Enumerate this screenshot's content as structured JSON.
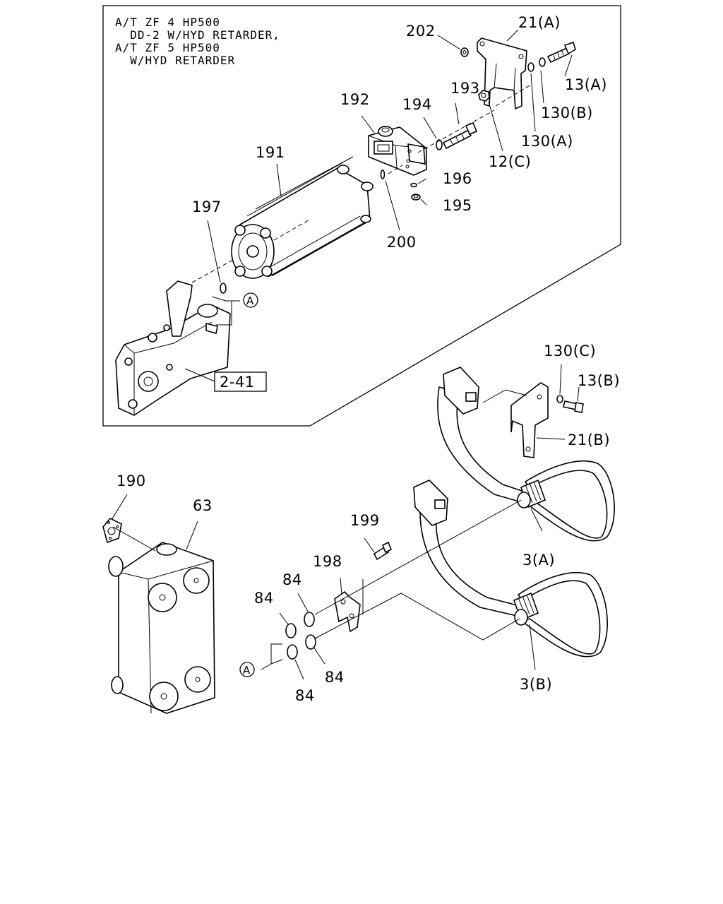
{
  "notes": [
    "A/T ZF 4 HP500",
    "  DD-2 W/HYD RETARDER,",
    "A/T ZF 5 HP500",
    "  W/HYD RETARDER"
  ],
  "labels": {
    "l202": "202",
    "l21a": "21(A)",
    "l13a": "13(A)",
    "l130b": "130(B)",
    "l130a": "130(A)",
    "l12c": "12(C)",
    "l192": "192",
    "l193": "193",
    "l194": "194",
    "l191": "191",
    "l196": "196",
    "l195": "195",
    "l197": "197",
    "l200": "200",
    "lA1": "A",
    "l241": "2-41",
    "l130c": "130(C)",
    "l13b": "13(B)",
    "l21b": "21(B)",
    "l190": "190",
    "l63": "63",
    "l199": "199",
    "l198": "198",
    "l84a": "84",
    "l84b": "84",
    "l84c": "84",
    "l84d": "84",
    "lA2": "A",
    "l3a": "3(A)",
    "l3b": "3(B)"
  }
}
